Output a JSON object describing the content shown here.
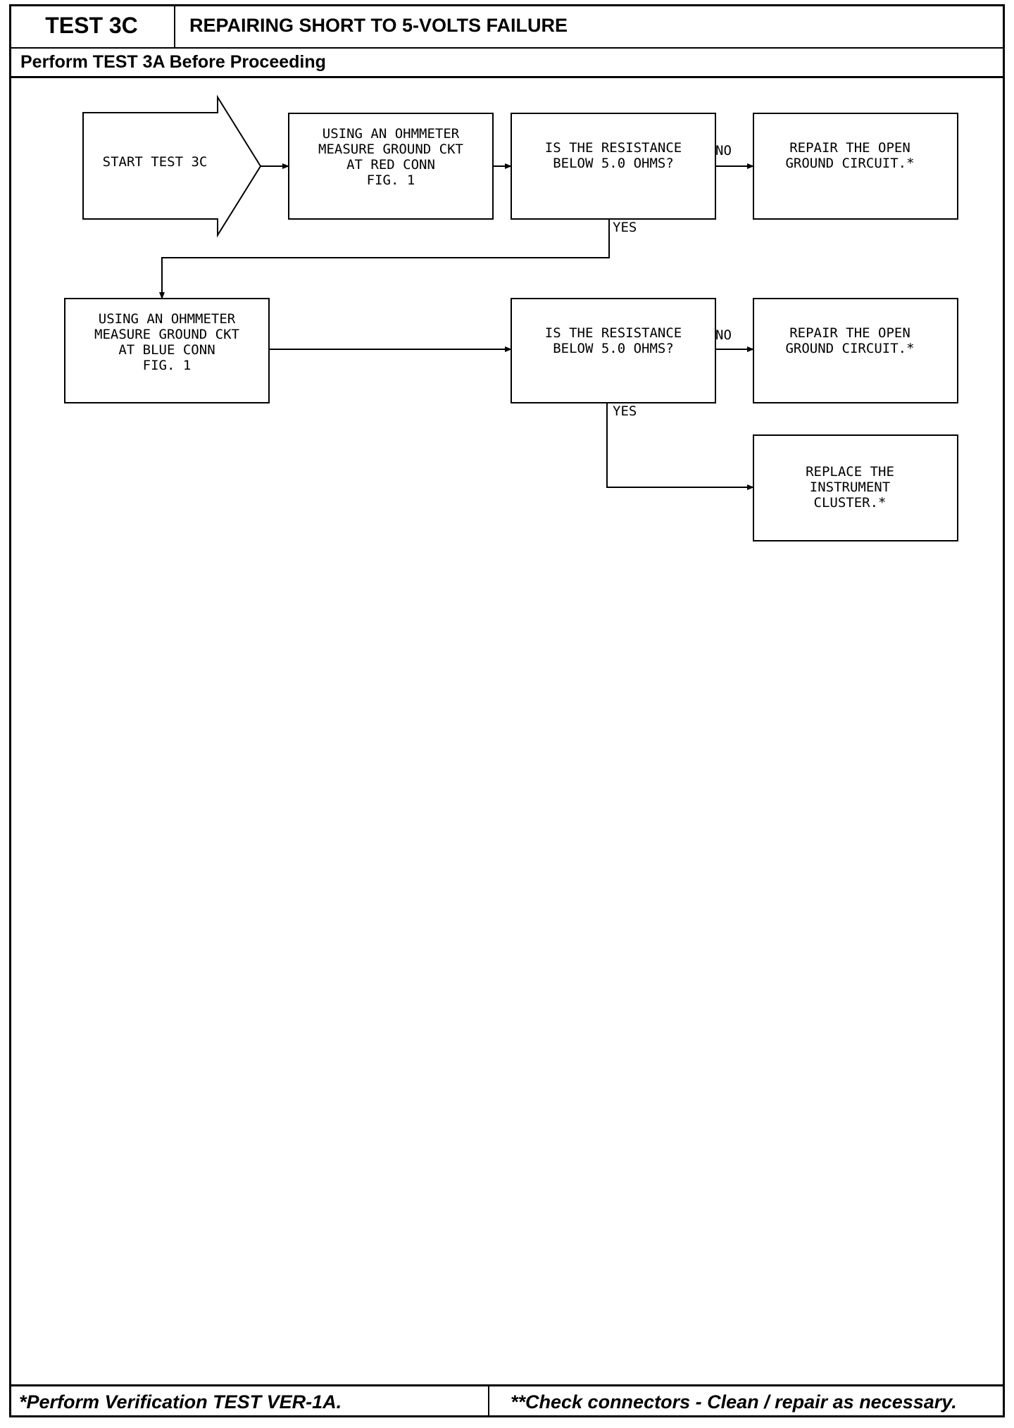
{
  "header": {
    "test_id": "TEST 3C",
    "title": "REPAIRING SHORT TO 5-VOLTS FAILURE",
    "prerequisite": "Perform TEST 3A Before Proceeding"
  },
  "flowchart": {
    "nodes": {
      "start": [
        "START TEST 3C"
      ],
      "measure_red": [
        "USING AN OHMMETER",
        "MEASURE GROUND CKT",
        "AT RED CONN",
        "",
        "FIG. 1"
      ],
      "decision_1": [
        "IS THE RESISTANCE",
        "BELOW 5.0 OHMS?"
      ],
      "repair_1": [
        "REPAIR THE OPEN",
        "GROUND CIRCUIT.*"
      ],
      "measure_blue": [
        "USING AN OHMMETER",
        "MEASURE GROUND CKT",
        "AT BLUE CONN",
        "",
        "FIG. 1"
      ],
      "decision_2": [
        "IS THE RESISTANCE",
        "BELOW 5.0 OHMS?"
      ],
      "repair_2": [
        "REPAIR THE OPEN",
        "GROUND CIRCUIT.*"
      ],
      "replace": [
        "REPLACE THE",
        "INSTRUMENT",
        "CLUSTER.*"
      ]
    },
    "labels": {
      "no_1": "NO",
      "yes_1": "YES",
      "no_2": "NO",
      "yes_2": "YES"
    }
  },
  "footer": {
    "left_note": "*Perform Verification TEST VER-1A.",
    "right_note": "**Check connectors - Clean / repair as necessary."
  }
}
